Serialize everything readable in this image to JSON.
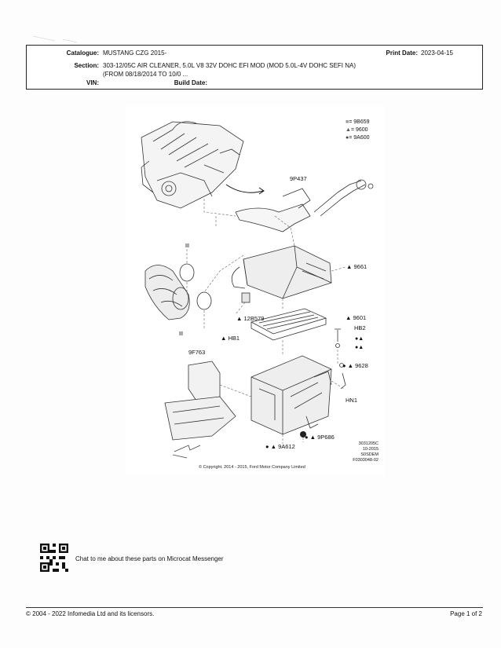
{
  "header": {
    "catalogue_label": "Catalogue:",
    "catalogue_value": "MUSTANG CZG 2015-",
    "print_date_label": "Print Date:",
    "print_date_value": "2023-04-15",
    "section_label": "Section:",
    "section_line1": "303-12/05C AIR CLEANER, 5.0L V8 32V DOHC EFI MOD (MOD 5.0L-4V DOHC SEFI NA)",
    "section_line2": "(FROM 08/18/2014 TO 10/0 ...",
    "vin_label": "VIN:",
    "vin_value": "",
    "build_date_label": "Build Date:",
    "build_date_value": ""
  },
  "diagram": {
    "legend": [
      {
        "symbol": "■",
        "text": "= 9B659",
        "color": "#999999"
      },
      {
        "symbol": "▲",
        "text": "= 9600",
        "color": "#555555"
      },
      {
        "symbol": "●",
        "text": "= 9A600",
        "color": "#444444"
      }
    ],
    "labels": {
      "p9P437": "9P437",
      "p9661": "▲ 9661",
      "p12B579": "▲ 12B579",
      "pHB1": "▲ HB1",
      "p9601": "▲ 9601",
      "pHB2": "HB2",
      "p9628": "● ▲ 9628",
      "p9F763": "9F763",
      "pHN1": "HN1",
      "p9P686": "● ▲ 9P686",
      "p9A612": "● ▲ 9A612",
      "p_sym1": "●▲",
      "p_sym2": "●▲"
    },
    "ref_lines": [
      "3031205C",
      "10-2015",
      "S0SDEM",
      "F0303048-02"
    ],
    "copyright": "© Copyright. 2014 - 2015, Ford Motor Company Limited"
  },
  "chat_text": "Chat to me about these parts on Microcat Messenger",
  "footer": {
    "left": "© 2004 - 2022 Infomedia Ltd and its licensors.",
    "right": "Page 1 of 2"
  }
}
